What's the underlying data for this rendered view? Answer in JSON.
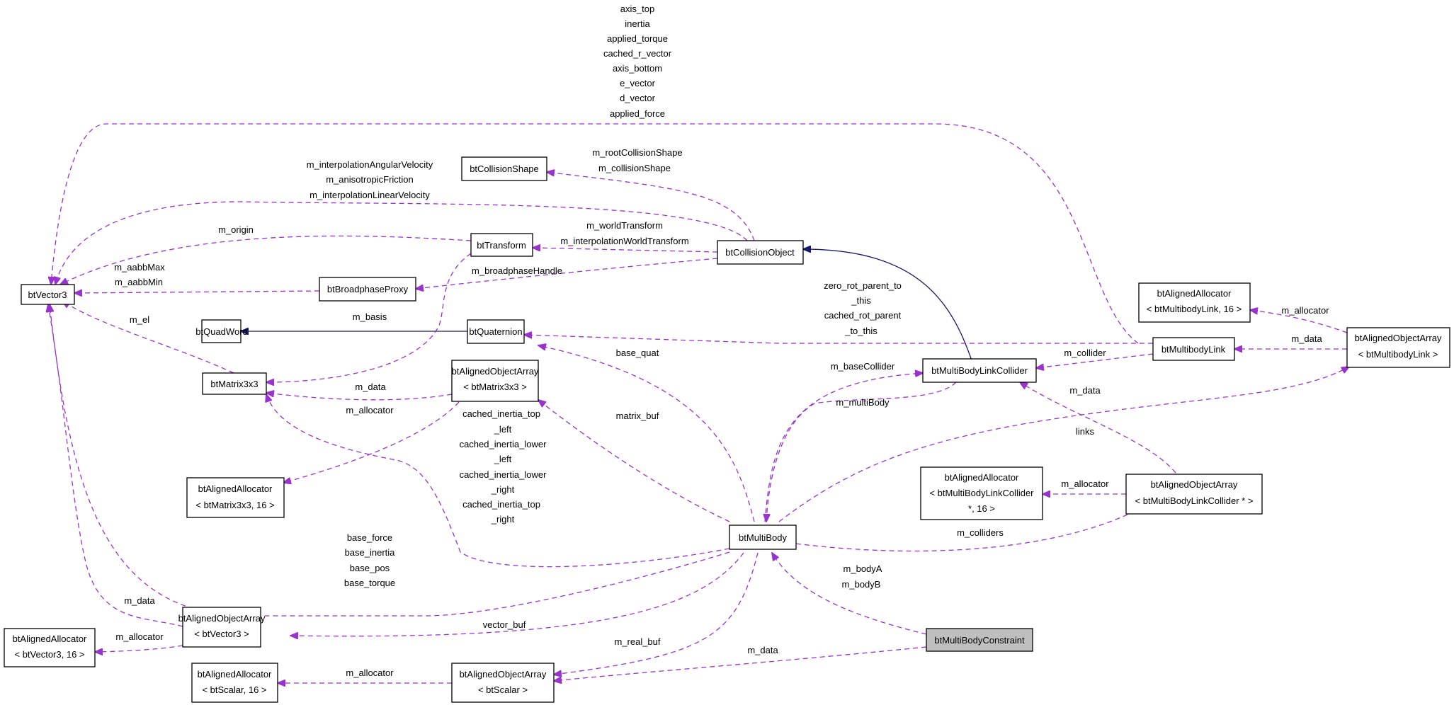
{
  "colors": {
    "dependency": "#9a32cd",
    "inheritance": "#191970",
    "highlight_fill": "#bfbfbf",
    "node_fill": "#ffffff",
    "node_stroke": "#000000"
  },
  "nodes": {
    "btVector3": {
      "lines": [
        "btVector3"
      ]
    },
    "btQuadWord": {
      "lines": [
        "btQuadWord"
      ]
    },
    "btMatrix3x3": {
      "lines": [
        "btMatrix3x3"
      ]
    },
    "btCollisionShape": {
      "lines": [
        "btCollisionShape"
      ]
    },
    "btTransform": {
      "lines": [
        "btTransform"
      ]
    },
    "btBroadphaseProxy": {
      "lines": [
        "btBroadphaseProxy"
      ]
    },
    "btQuaternion": {
      "lines": [
        "btQuaternion"
      ]
    },
    "btAlignedObjectArray_btMatrix3x3": {
      "lines": [
        "btAlignedObjectArray",
        "< btMatrix3x3 >"
      ]
    },
    "btAlignedAllocator_btMatrix3x3": {
      "lines": [
        "btAlignedAllocator",
        "< btMatrix3x3, 16 >"
      ]
    },
    "btAlignedObjectArray_btVector3": {
      "lines": [
        "btAlignedObjectArray",
        "< btVector3 >"
      ]
    },
    "btAlignedAllocator_btVector3": {
      "lines": [
        "btAlignedAllocator",
        "< btVector3, 16 >"
      ]
    },
    "btAlignedAllocator_btScalar": {
      "lines": [
        "btAlignedAllocator",
        "< btScalar, 16 >"
      ]
    },
    "btAlignedObjectArray_btScalar": {
      "lines": [
        "btAlignedObjectArray",
        "< btScalar >"
      ]
    },
    "btCollisionObject": {
      "lines": [
        "btCollisionObject"
      ]
    },
    "btMultiBody": {
      "lines": [
        "btMultiBody"
      ]
    },
    "btMultiBodyConstraint": {
      "lines": [
        "btMultiBodyConstraint"
      ]
    },
    "btMultiBodyLinkCollider": {
      "lines": [
        "btMultiBodyLinkCollider"
      ]
    },
    "btAlignedAllocator_btMultiBodyLinkCollider": {
      "lines": [
        "btAlignedAllocator",
        "< btMultiBodyLinkCollider",
        "*, 16 >"
      ]
    },
    "btAlignedObjectArray_btMultiBodyLinkCollider": {
      "lines": [
        "btAlignedObjectArray",
        "< btMultiBodyLinkCollider * >"
      ]
    },
    "btAlignedAllocator_btMultibodyLink": {
      "lines": [
        "btAlignedAllocator",
        "< btMultibodyLink, 16 >"
      ]
    },
    "btMultibodyLink": {
      "lines": [
        "btMultibodyLink"
      ]
    },
    "btAlignedObjectArray_btMultibodyLink": {
      "lines": [
        "btAlignedObjectArray",
        "< btMultibodyLink >"
      ]
    }
  },
  "labels": {
    "link_vector3": [
      "axis_top",
      "inertia",
      "applied_torque",
      "cached_r_vector",
      "axis_bottom",
      "e_vector",
      "d_vector",
      "applied_force"
    ],
    "collobj_vector3": [
      "m_interpolationAngularVelocity",
      "m_anisotropicFriction",
      "m_interpolationLinearVelocity"
    ],
    "collobj_shape": [
      "m_rootCollisionShape",
      "m_collisionShape"
    ],
    "transform_origin": [
      "m_origin"
    ],
    "collobj_transform": [
      "m_worldTransform",
      "m_interpolationWorldTransform"
    ],
    "proxy_aabb": [
      "m_aabbMax",
      "m_aabbMin"
    ],
    "collobj_proxy": [
      "m_broadphaseHandle"
    ],
    "matrix_el": [
      "m_el"
    ],
    "transform_basis": [
      "m_basis"
    ],
    "link_quat": [
      "zero_rot_parent_to",
      "_this",
      "cached_rot_parent",
      "_to_this"
    ],
    "arrmat_data": [
      "m_data"
    ],
    "arrmat_alloc": [
      "m_allocator"
    ],
    "mb_quat": [
      "base_quat"
    ],
    "mb_matbuf": [
      "matrix_buf"
    ],
    "mb_matrix": [
      "cached_inertia_top",
      "_left",
      "cached_inertia_lower",
      "_left",
      "cached_inertia_lower",
      "_right",
      "cached_inertia_top",
      "_right"
    ],
    "mb_vector3": [
      "base_force",
      "base_inertia",
      "base_pos",
      "base_torque"
    ],
    "arrvec_data": [
      "m_data"
    ],
    "arrvec_alloc": [
      "m_allocator"
    ],
    "mb_vecbuf": [
      "vector_buf"
    ],
    "arrscal_alloc": [
      "m_allocator"
    ],
    "mb_realbuf": [
      "m_real_buf"
    ],
    "constraint_data": [
      "m_data"
    ],
    "constraint_bodies": [
      "m_bodyA",
      "m_bodyB"
    ],
    "mb_basecollider": [
      "m_baseCollider"
    ],
    "collider_multibody": [
      "m_multiBody"
    ],
    "link_collider": [
      "m_collider"
    ],
    "arrcollider_data": [
      "m_data"
    ],
    "mb_links": [
      "links"
    ],
    "arrcollider_alloc": [
      "m_allocator"
    ],
    "mb_colliders": [
      "m_colliders"
    ],
    "arrlink_data": [
      "m_data"
    ],
    "arrlink_alloc": [
      "m_allocator"
    ]
  }
}
